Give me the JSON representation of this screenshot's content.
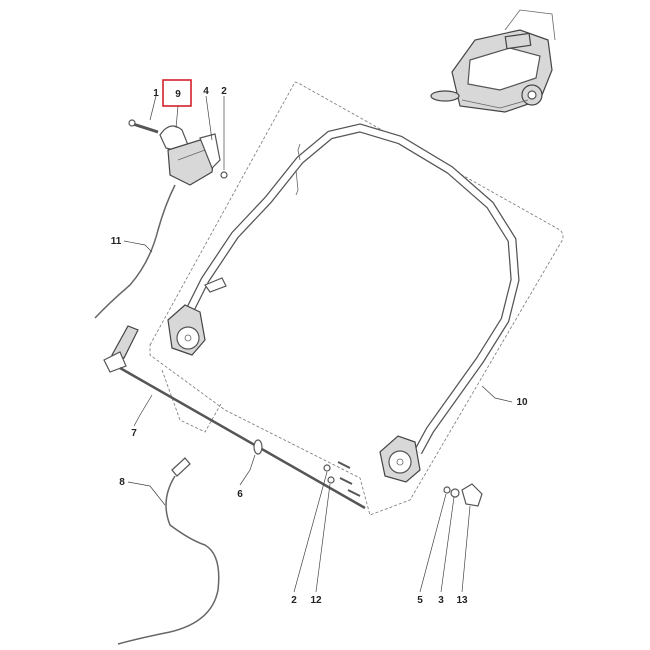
{
  "callouts": {
    "c1": "1",
    "c9": "9",
    "c4": "4",
    "c2_top": "2",
    "c11": "11",
    "c10": "10",
    "c7": "7",
    "c8": "8",
    "c6": "6",
    "c2_bottom": "2",
    "c12": "12",
    "c5": "5",
    "c3": "3",
    "c13": "13"
  },
  "highlighted_callout": "9",
  "colors": {
    "highlight": "#d4202a",
    "line": "#555555"
  }
}
